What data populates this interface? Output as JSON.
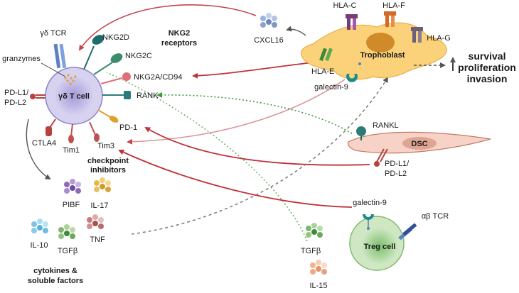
{
  "gd_cell": {
    "name": "γδ T cell",
    "tcr": "γδ TCR",
    "granzymes": "granzymes",
    "receptors": [
      "NKG2D",
      "NKG2C",
      "NKG2A/CD94",
      "RANK",
      "PD-1",
      "Tim3",
      "Tim1",
      "CTLA4"
    ],
    "pdl": [
      "PD-L1/",
      "PD-L2"
    ]
  },
  "nkg2_label": [
    "NKG2",
    "receptors"
  ],
  "checkpoint_label": [
    "checkpoint",
    "inhibitors"
  ],
  "cytokines": {
    "items": [
      "PIBF",
      "IL-17",
      "IL-10",
      "TGFβ",
      "TNF"
    ],
    "caption": [
      "cytokines &",
      "soluble factors"
    ]
  },
  "trophoblast": {
    "name": "Trophoblast",
    "hla": [
      "HLA-C",
      "HLA-F",
      "HLA-G",
      "HLA-E"
    ],
    "cxcl16": "CXCL16",
    "galectin": "galectin-9"
  },
  "outcome": [
    "survival",
    "proliferation",
    "invasion"
  ],
  "dsc": {
    "name": "DSC",
    "rankl": "RANKL",
    "pdl": [
      "PD-L1/",
      "PD-L2"
    ]
  },
  "treg": {
    "name": "Treg cell",
    "tcr": "αβ TCR",
    "galectin": "galectin-9",
    "tgfb": "TGFβ",
    "il15": "IL-15"
  },
  "colors": {
    "red_arrow": "#c0303a",
    "green_dotted": "#4aa84a",
    "gray_dashed": "#555555",
    "gd_cell": "#c9c5ea",
    "trophoblast": "#fbd27a",
    "dsc": "#f6d3c6",
    "treg": "#b7dba4"
  }
}
